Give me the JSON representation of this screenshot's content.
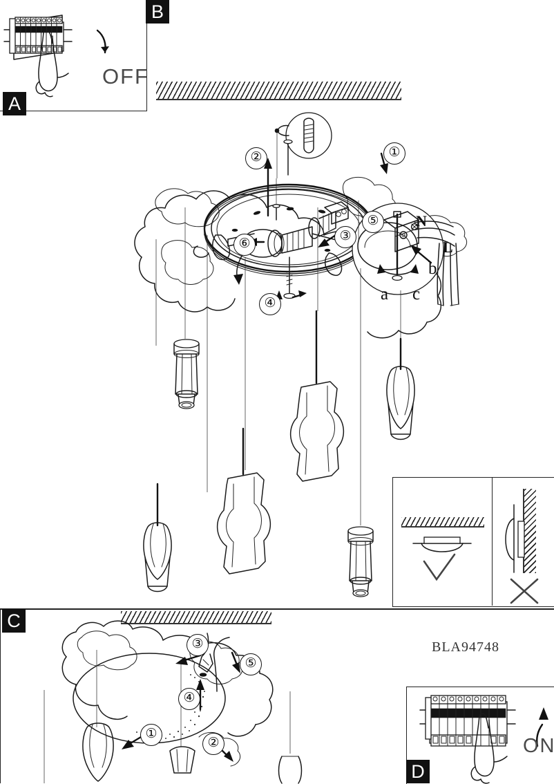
{
  "document": {
    "kind": "lighting-fixture-installation-sheet",
    "product_code": "BLA94748"
  },
  "panels": [
    {
      "id": "A",
      "badge": "A",
      "caption": "OFF",
      "description": "Switch the circuit breaker off before installation"
    },
    {
      "id": "B",
      "badge": "B",
      "description": "Main installation exploded view of ceiling pendant fixture"
    },
    {
      "id": "C",
      "badge": "C",
      "description": "Assembled fixture adjustment and shade fitting"
    },
    {
      "id": "D",
      "badge": "D",
      "caption": "ON",
      "description": "Switch the circuit breaker back on after installation"
    }
  ],
  "panel_a": {
    "badge": "A",
    "corner_badge": "B",
    "switch_label": "OFF",
    "breaker_poles": 9
  },
  "panel_b": {
    "steps": [
      "①",
      "②",
      "③",
      "④",
      "⑤",
      "⑥"
    ],
    "step_numbers": [
      1,
      2,
      3,
      4,
      5,
      6
    ],
    "terminal_labels": {
      "neutral": "N",
      "live": "L"
    },
    "detail_labels": [
      "a",
      "b",
      "c"
    ],
    "magnifier_content": "wall-plug-anchor",
    "pendant_count": 6
  },
  "panel_c": {
    "badge": "C",
    "steps": [
      "①",
      "②",
      "③",
      "④",
      "⑤"
    ],
    "step_numbers": [
      1,
      2,
      3,
      4,
      5
    ]
  },
  "panel_d": {
    "badge": "D",
    "switch_label": "ON",
    "breaker_poles": 9
  },
  "orientation_panel": {
    "correct": {
      "mark": "✓",
      "meaning": "ceiling mounted - correct"
    },
    "incorrect": {
      "mark": "✕",
      "meaning": "wall mounted - incorrect"
    }
  },
  "colors": {
    "ink": "#1a1a1a",
    "badge_bg": "#111111",
    "badge_fg": "#ffffff",
    "paper": "#ffffff",
    "muted_text": "#4a4a4a"
  }
}
